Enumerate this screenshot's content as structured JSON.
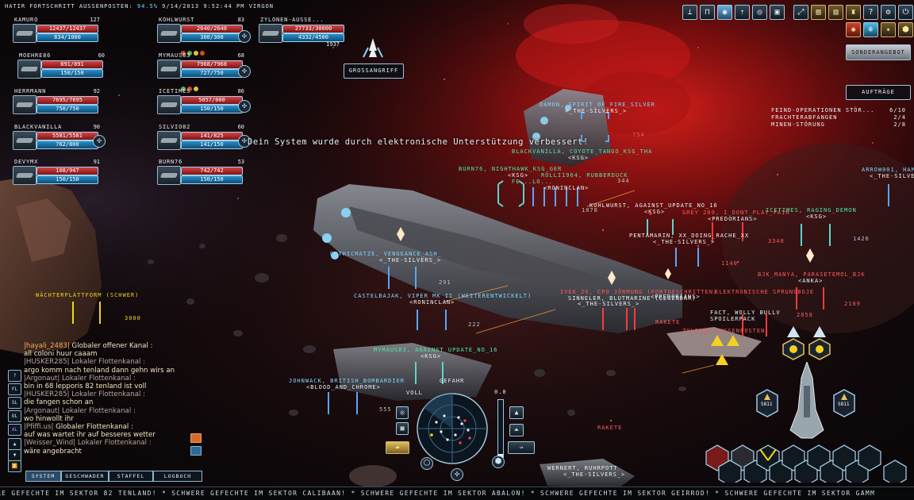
{
  "status_bar": {
    "player": "HATIR",
    "progress_label": "Fortschritt Aussenposten:",
    "progress_value": "94.5%",
    "datetime": "9/14/2013 9:52:44 PM",
    "system": "Virgon"
  },
  "squad": [
    {
      "name": "Kamuro",
      "level": "127",
      "hull": "12437/12437",
      "shield": "834/1000"
    },
    {
      "name": "Kohlwurst",
      "level": "83",
      "hull": "2640/2640",
      "shield": "300/300"
    },
    {
      "name": "Zylonen-Ausse...",
      "level": "1937",
      "hull": "27733/30000",
      "shield": "4332/4500"
    },
    {
      "name": "Moehre86",
      "level": "60",
      "hull": "891/891",
      "shield": "150/150"
    },
    {
      "name": "mymaus83",
      "level": "68",
      "hull": "7968/7968",
      "shield": "727/750"
    },
    {
      "name": "Herrmann",
      "level": "92",
      "hull": "7695/7695",
      "shield": "750/750"
    },
    {
      "name": "Icetimes",
      "level": "86",
      "hull": "5057/000",
      "shield": "150/150"
    },
    {
      "name": "BlackVanilla",
      "level": "90",
      "hull": "5581/5581",
      "shield": "762/800"
    },
    {
      "name": "Silvio82",
      "level": "60",
      "hull": "141/825",
      "shield": "141/150"
    },
    {
      "name": "Devymx",
      "level": "91",
      "hull": "108/947",
      "shield": "150/150"
    },
    {
      "name": "Burn76",
      "level": "53",
      "hull": "742/742",
      "shield": "150/150"
    }
  ],
  "buttons": {
    "grossangriff": "Grossangriff",
    "sonderangebot": "Sonderangebot",
    "auftraege": "Aufträge"
  },
  "missions": [
    {
      "label": "Feind-Operationen stör...",
      "count": "6/10"
    },
    {
      "label": "Frachterabfangen",
      "count": "2/4"
    },
    {
      "label": "Minen-Störung",
      "count": "2/8"
    }
  ],
  "banner": "Dein System wurde durch elektronische Unterstützung verbessert!",
  "world_labels": [
    {
      "text": "Damon, Spirit_of_Fire_silver",
      "color": "cyan"
    },
    {
      "text": "<_The-Silvers_>",
      "color": "white"
    },
    {
      "text": "754",
      "color": "red"
    },
    {
      "text": "BlackVanilla, Coyote_Tango_Ksg_Tha",
      "color": "green"
    },
    {
      "text": "<Ksg>",
      "color": "white"
    },
    {
      "text": "Burn76, Nighthawk_KSG_Ger",
      "color": "green"
    },
    {
      "text": "<Ksg>",
      "color": "white"
    },
    {
      "text": "Rolli1964, RubberDuck",
      "color": "green"
    },
    {
      "text": "Fe...Lo...",
      "color": "green"
    },
    {
      "text": "<Roninclan>",
      "color": "white"
    },
    {
      "text": "344",
      "color": "grey"
    },
    {
      "text": "1078",
      "color": "grey"
    },
    {
      "text": "Kohlwurst, Against_Update_No_16",
      "color": "white"
    },
    {
      "text": "<Ksg>",
      "color": "white"
    },
    {
      "text": "Grey 209, I_dont_play_fair",
      "color": "red"
    },
    {
      "text": "<Predorians>",
      "color": "white"
    },
    {
      "text": "Icetimes, Raging_Demon",
      "color": "green"
    },
    {
      "text": "<Ksg>",
      "color": "white"
    },
    {
      "text": "Arrow001, Ham",
      "color": "cyan"
    },
    {
      "text": "<_The-Silve",
      "color": "white"
    },
    {
      "text": "Pentamarin, Xx_Doing_Rache_xx",
      "color": "white"
    },
    {
      "text": "<_The-Silvers_>",
      "color": "white"
    },
    {
      "text": "3340",
      "color": "red"
    },
    {
      "text": "1426",
      "color": "grey"
    },
    {
      "text": "Gothicmatze, Vengeance_ASH_",
      "color": "cyan"
    },
    {
      "text": "<_The-Silvers_>",
      "color": "white"
    },
    {
      "text": "1140",
      "color": "red"
    },
    {
      "text": "291",
      "color": "grey"
    },
    {
      "text": "Bjk_Manya, Parasetemol_Bjk",
      "color": "red"
    },
    {
      "text": "<Anka>",
      "color": "white"
    },
    {
      "text": "Castelbajak, Viper Mk II (weiterentwickelt)",
      "color": "cyan"
    },
    {
      "text": "<Roninclan>",
      "color": "white"
    },
    {
      "text": "222",
      "color": "grey"
    },
    {
      "text": "Wächterplattform (schwer)",
      "color": "yellow"
    },
    {
      "text": "3000",
      "color": "yellow"
    },
    {
      "text": "Ivek_26, CPO Jörmung (Fortgeschritten)",
      "color": "red"
    },
    {
      "text": "<_The-Silvers_>",
      "color": "white"
    },
    {
      "text": "Elektronische Sprungboje",
      "color": "red"
    },
    {
      "text": "2109",
      "color": "red"
    },
    {
      "text": "2858",
      "color": "red"
    },
    {
      "text": "Sinneler, Blutmarine (Legendär)",
      "color": "white"
    },
    {
      "text": "<Predorians>",
      "color": "white"
    },
    {
      "text": "Fact, Wolly Bullv",
      "color": "white"
    },
    {
      "text": "Spoilerpack",
      "color": "white"
    },
    {
      "text": "Rakete",
      "color": "red"
    },
    {
      "text": "Zylonen-Aussenposten",
      "color": "red"
    },
    {
      "text": "Mymaus83, Against_Update_No_16",
      "color": "green"
    },
    {
      "text": "<Ksg>",
      "color": "white"
    },
    {
      "text": "Johnwack, British_Bombardier",
      "color": "cyan"
    },
    {
      "text": "<Blood_and_Chrome>",
      "color": "white"
    },
    {
      "text": "555",
      "color": "grey"
    },
    {
      "text": "Rakete",
      "color": "red"
    },
    {
      "text": "Wernert, Ruhrpott",
      "color": "white"
    },
    {
      "text": "<_The-Silvers_>",
      "color": "white"
    }
  ],
  "hud": {
    "voll": "Voll",
    "gefahr": "Gefahr",
    "gauge_value": "0.0",
    "slots": [
      "5811",
      "5811"
    ]
  },
  "chat": {
    "lines": [
      {
        "head": "|hayali_2483|",
        "channel": "Globaler offener Kanal :",
        "msg": "all coloni huur caaam"
      },
      {
        "head": "|HUSKER285|",
        "channel": "Lokaler Flottenkanal :",
        "msg": "argo komm nach tenland dann gehn wirs an"
      },
      {
        "head": "|Argonaut|",
        "channel": "Lokaler Flottenkanal :",
        "msg": "bin in 68 lepporis 82 tenland ist voll"
      },
      {
        "head": "|HUSKER285|",
        "channel": "Lokaler Flottenkanal :",
        "msg": "die fangen schon an"
      },
      {
        "head": "|Argonaut|",
        "channel": "Lokaler Flottenkanal :",
        "msg": "wo hinwollt ihr"
      },
      {
        "head": "|Pfiffi.us|",
        "channel": "Globaler Flottenkanal :",
        "msg": "auf was wartet ihr auf besseres wetter"
      },
      {
        "head": "|Weisser_Wind|",
        "channel": "Lokaler Flottenkanal :",
        "msg": "wäre angebracht"
      }
    ],
    "tabs": [
      "System",
      "Geschwader",
      "Staffel",
      "Logbuch"
    ],
    "side_buttons": [
      "?",
      "FL",
      "SL",
      "OL",
      "AL"
    ]
  },
  "ticker": "RE GEFECHTE IM SEKTOR 82 TENLAND! * SCHWERE GEFECHTE IM SEKTOR CALIBAAN! * SCHWERE GEFECHTE IM SEKTOR ABALON! * SCHWERE GEFECHTE IM SEKTOR GEIRROD! * SCHWERE GEFECHTE IM SEKTOR GAMM"
}
